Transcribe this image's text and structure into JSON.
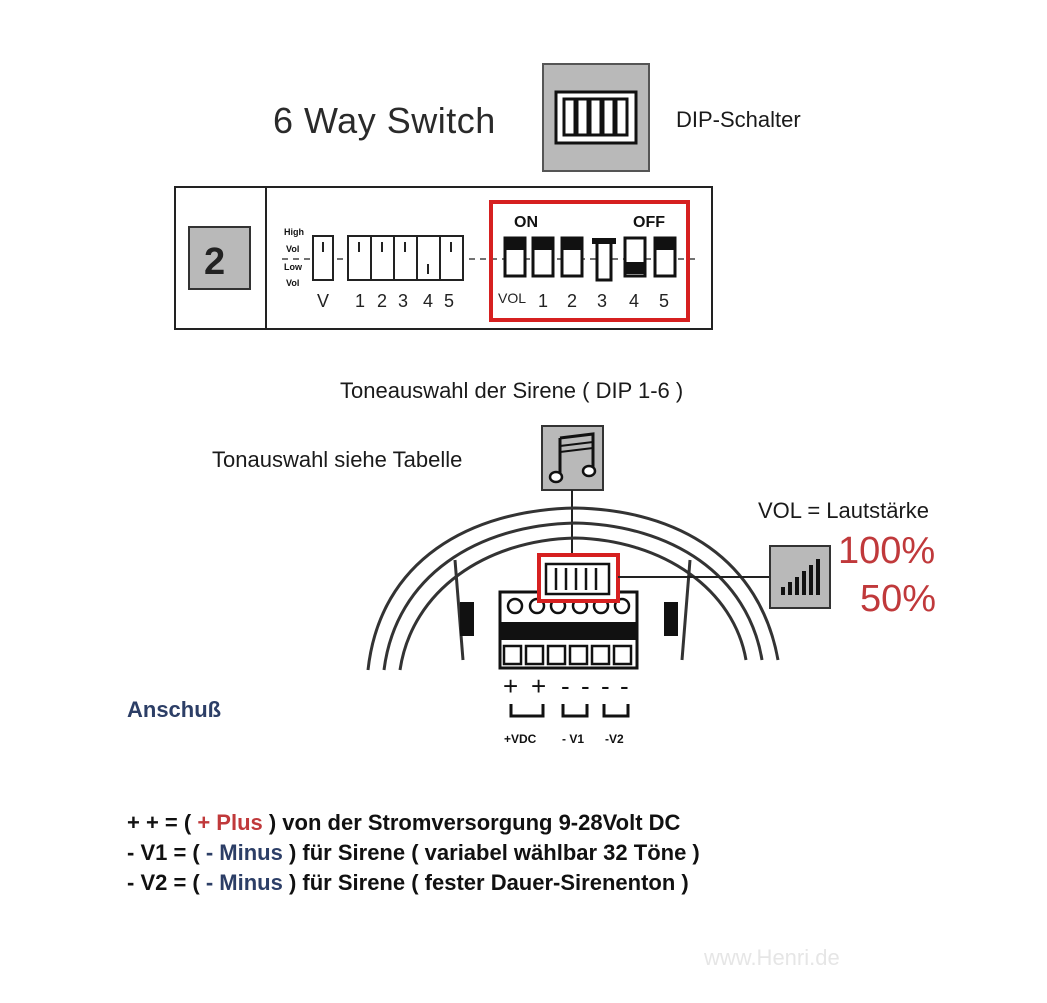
{
  "title": "6 Way Switch",
  "dip_label": "DIP-Schalter",
  "switch_number": "2",
  "left_panel": {
    "level_labels": [
      "High",
      "Vol",
      "Low",
      "Vol"
    ],
    "bottom_labels": [
      "V",
      "1",
      "2",
      "3",
      "4",
      "5"
    ]
  },
  "right_panel": {
    "on_label": "ON",
    "off_label": "OFF",
    "bottom_labels": [
      "VOL",
      "1",
      "2",
      "3",
      "4",
      "5"
    ]
  },
  "tone_title": "Toneauswahl der Sirene ( DIP 1-6 )",
  "tone_table_label": "Tonauswahl siehe Tabelle",
  "volume": {
    "label": "VOL = Lautstärke",
    "high": "100%",
    "low": "50%"
  },
  "connection_label": "Anschuß",
  "terminal": {
    "signs": [
      "+",
      "+",
      "-",
      "-",
      "-",
      "-"
    ],
    "groups": [
      "+VDC",
      "- V1",
      "-V2"
    ]
  },
  "notes": {
    "line1_prefix": "+ + = ( ",
    "line1_highlight": "+ Plus",
    "line1_suffix": " ) von der Stromversorgung 9-28Volt DC",
    "line2_prefix": "- V1 = ( ",
    "line2_highlight": "- Minus",
    "line2_suffix": " ) für Sirene ( variabel wählbar 32 Töne )",
    "line3_prefix": "- V2 = ( ",
    "line3_highlight": "- Minus",
    "line3_suffix": " ) für Sirene ( fester Dauer-Sirenenton )"
  },
  "footer": "www.Henri.de",
  "colors": {
    "highlight_red": "#c0393b",
    "minus_blue": "#2c3e66",
    "icon_gray": "#b9b9b9"
  },
  "icons": [
    "dip-switch-icon",
    "music-note-icon",
    "volume-bars-icon"
  ]
}
